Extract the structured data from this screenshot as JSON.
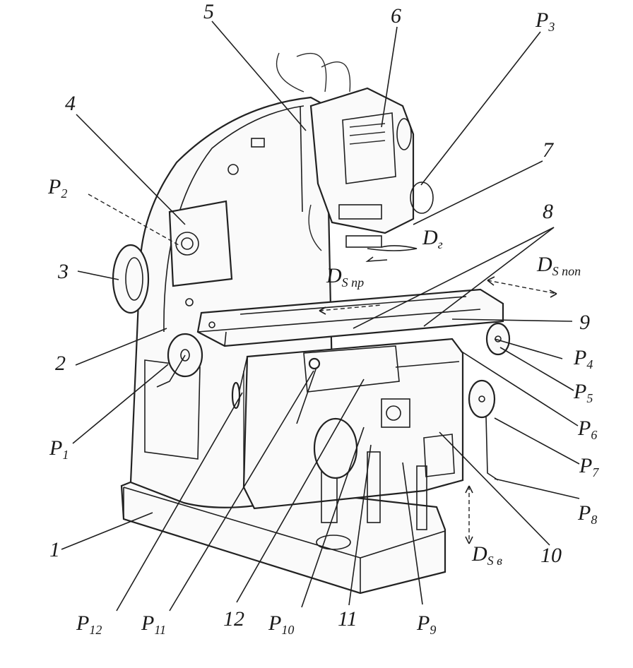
{
  "labels": {
    "n1": "1",
    "n2": "2",
    "n3": "3",
    "n4": "4",
    "n5": "5",
    "n6": "6",
    "n7": "7",
    "n8": "8",
    "n9": "9",
    "n10": "10",
    "n11": "11",
    "n12": "12",
    "p1": "P",
    "p1s": "1",
    "p2": "P",
    "p2s": "2",
    "p3": "P",
    "p3s": "3",
    "p4": "P",
    "p4s": "4",
    "p5": "P",
    "p5s": "5",
    "p6": "P",
    "p6s": "6",
    "p7": "P",
    "p7s": "7",
    "p8": "P",
    "p8s": "8",
    "p9": "P",
    "p9s": "9",
    "p10": "P",
    "p10s": "10",
    "p11": "P",
    "p11s": "11",
    "p12": "P",
    "p12s": "12",
    "dg": "D",
    "dgs": "г",
    "dspr": "D",
    "dsprs": "S пр",
    "dspop": "D",
    "dspops": "S поп",
    "dsv": "D",
    "dsvs": "S в"
  }
}
